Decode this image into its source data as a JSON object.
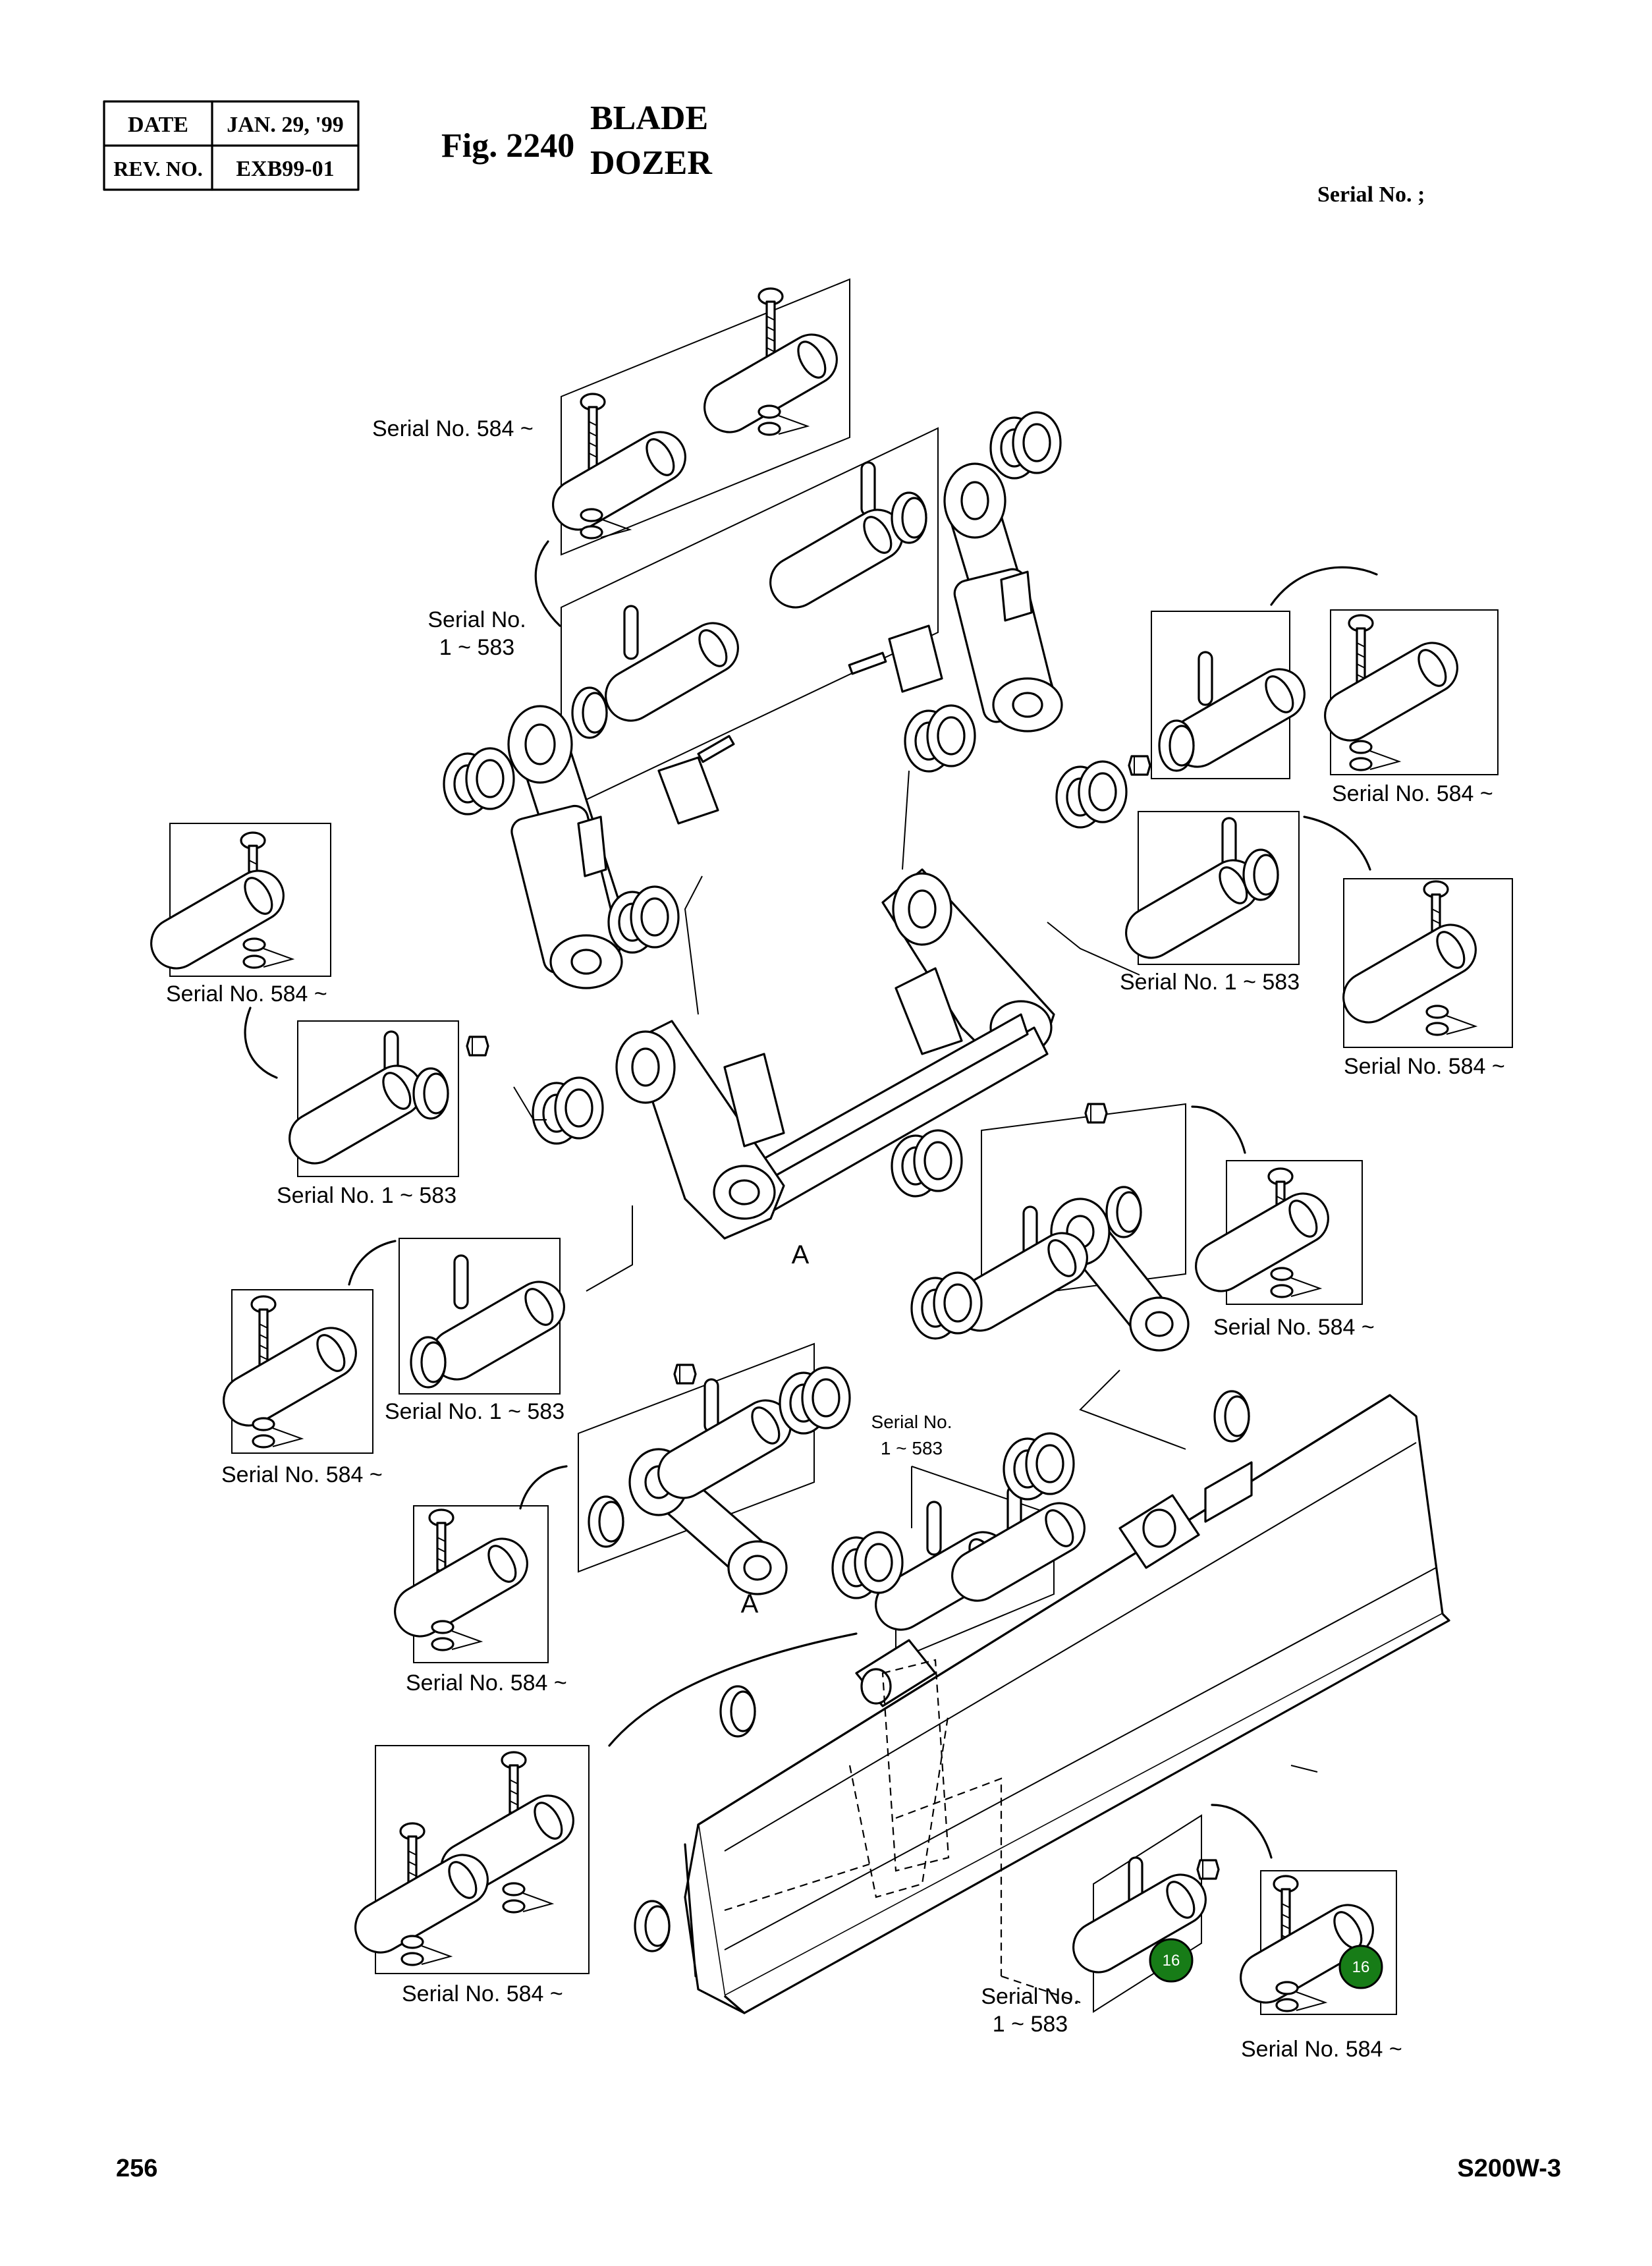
{
  "header": {
    "date_label": "DATE",
    "date_value": "JAN. 29, '99",
    "rev_label": "REV. NO.",
    "rev_value": "EXB99-01",
    "fig_number": "Fig. 2240",
    "title_line1": "BLADE",
    "title_line2": "DOZER",
    "serial_no": "Serial No. ;"
  },
  "labels": {
    "sn584": "Serial No. 584 ~",
    "sn1_583": "Serial No. 1 ~ 583",
    "sn_word": "Serial No.",
    "range_1_583": "1 ~ 583",
    "ref_a": "A",
    "callout_16": "16"
  },
  "footer": {
    "page_number": "256",
    "model": "S200W-3"
  },
  "colors": {
    "callout_fill": "#177c17",
    "ink": "#000000",
    "paper": "#ffffff"
  }
}
